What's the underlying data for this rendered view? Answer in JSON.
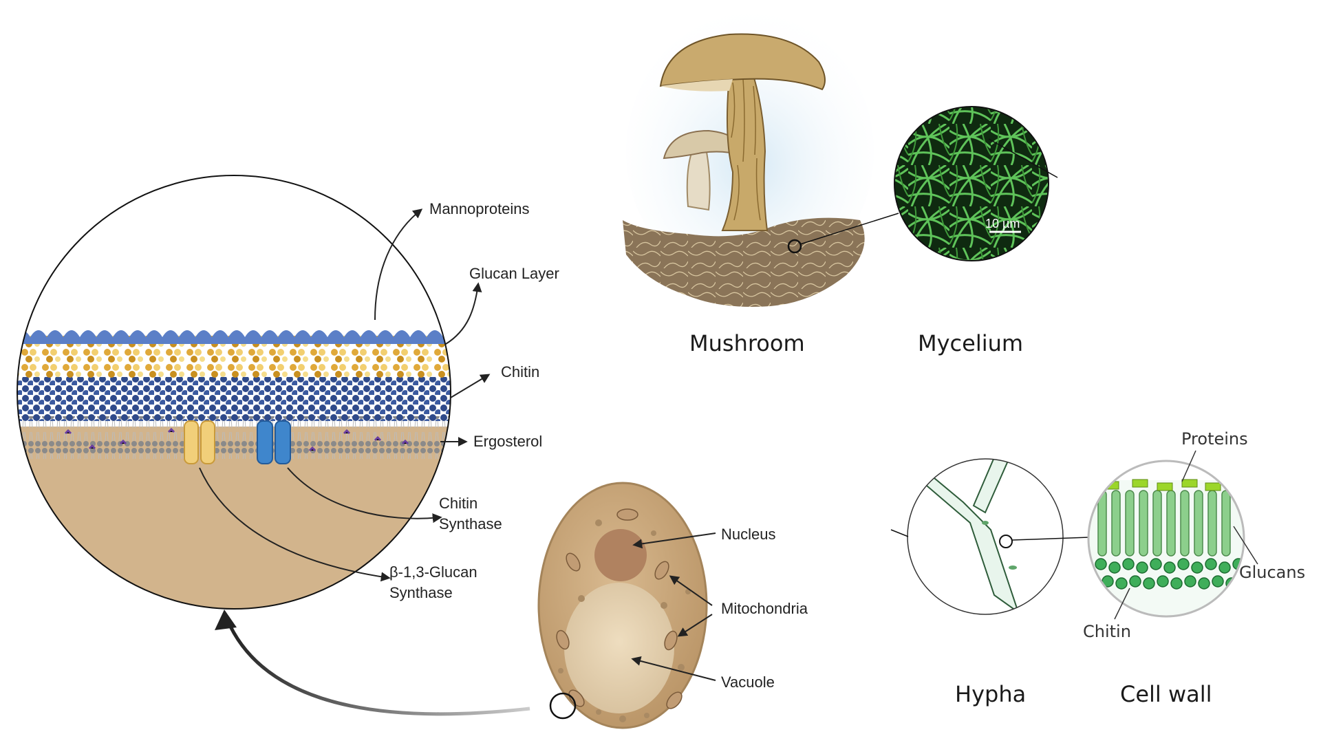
{
  "cell_wall_labels": {
    "mannoproteins": "Mannoproteins",
    "glucan_layer": "Glucan Layer",
    "chitin": "Chitin",
    "ergosterol": "Ergosterol",
    "chitin_synthase_line1": "Chitin",
    "chitin_synthase_line2": "Synthase",
    "glucan_synthase_line1": "β-1,3-Glucan",
    "glucan_synthase_line2": "Synthase"
  },
  "cell_labels": {
    "nucleus": "Nucleus",
    "mitochondria": "Mitochondria",
    "vacuole": "Vacuole"
  },
  "mushroom_panel": {
    "mushroom_caption": "Mushroom",
    "mycelium_caption": "Mycelium",
    "scale_bar": "10 µm"
  },
  "hypha_panel": {
    "proteins": "Proteins",
    "glucans": "Glucans",
    "chitin": "Chitin",
    "hypha_caption": "Hypha",
    "cell_wall_caption": "Cell wall"
  },
  "colors": {
    "mannoprotein_blue": "#5b7fc7",
    "glucan_yellow": "#e8b84a",
    "chitin_navy": "#2f4a8a",
    "ergosterol_purple": "#6b3fa0",
    "cytoplasm_tan": "#c9ac85",
    "mycelium_green": "#4caf50"
  }
}
